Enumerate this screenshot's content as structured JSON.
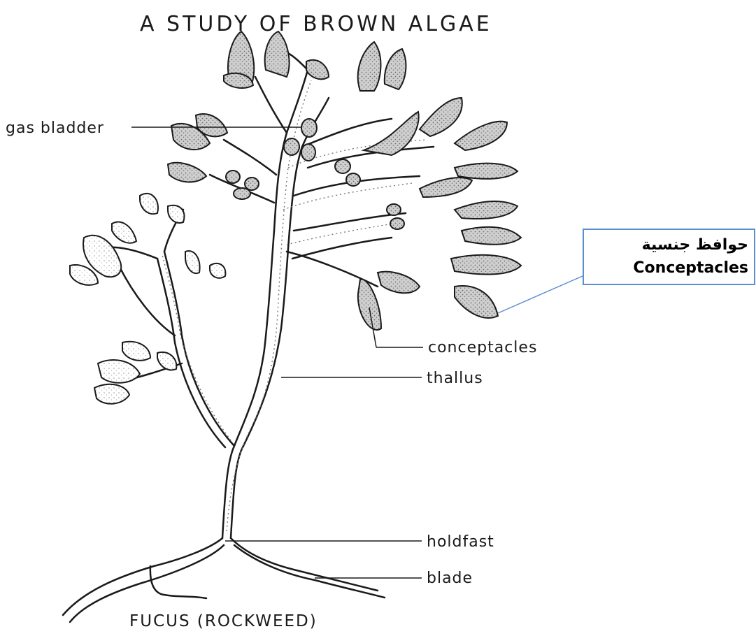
{
  "title": "A STUDY OF BROWN ALGAE",
  "caption": "FUCUS (ROCKWEED)",
  "labels": {
    "gas_bladder": "gas bladder",
    "conceptacles": "conceptacles",
    "thallus": "thallus",
    "holdfast": "holdfast",
    "blade": "blade"
  },
  "callout": {
    "arabic": "حوافظ جنسية",
    "english": "Conceptacles"
  },
  "colors": {
    "ink": "#1a1a1a",
    "stipple": "#8a8a8a",
    "callout_border": "#5b8fd0"
  }
}
